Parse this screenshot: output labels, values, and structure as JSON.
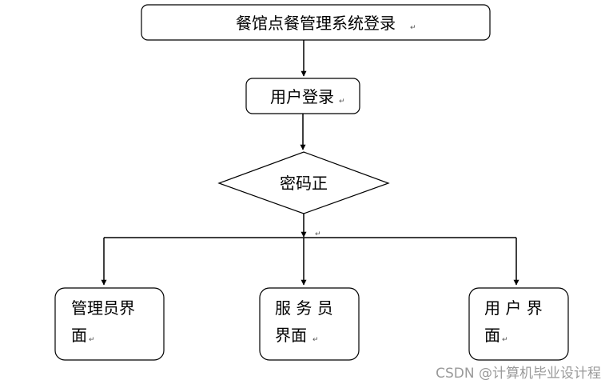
{
  "nodes": {
    "system_login": "餐馆点餐管理系统登录",
    "user_login": "用户登录",
    "password_check": "密码正",
    "admin": {
      "line1": "管理员界",
      "line2": "面"
    },
    "waiter": {
      "line1": "服 务 员",
      "line2": "界面"
    },
    "user": {
      "line1": "用 户 界",
      "line2": "面"
    }
  },
  "paragraph_mark": "↵",
  "watermark": "CSDN @计算机毕业设计程",
  "colors": {
    "stroke": "#000000",
    "text": "#000000",
    "watermark": "#9a9a9a"
  }
}
